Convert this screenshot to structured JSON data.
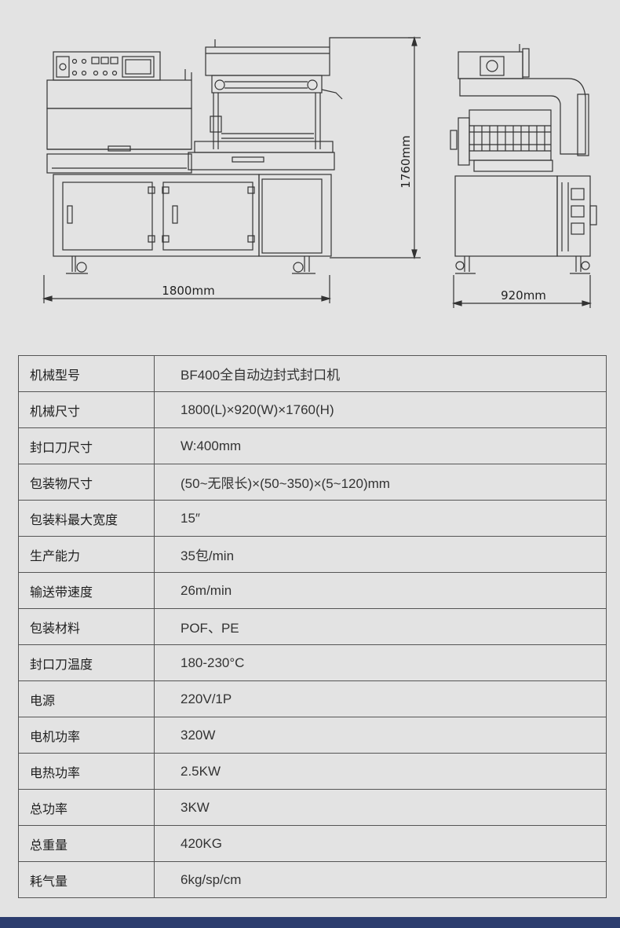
{
  "drawing": {
    "dim_length": "1800mm",
    "dim_width": "920mm",
    "dim_height": "1760mm"
  },
  "specs": [
    {
      "label": "机械型号",
      "value": "BF400全自动边封式封口机"
    },
    {
      "label": "机械尺寸",
      "value": "1800(L)×920(W)×1760(H)"
    },
    {
      "label": "封口刀尺寸",
      "value": "W:400mm"
    },
    {
      "label": "包装物尺寸",
      "value": "(50~无限长)×(50~350)×(5~120)mm"
    },
    {
      "label": "包装料最大宽度",
      "value": "15″"
    },
    {
      "label": "生产能力",
      "value": "35包/min"
    },
    {
      "label": "输送带速度",
      "value": "26m/min"
    },
    {
      "label": "包装材料",
      "value": "POF、PE"
    },
    {
      "label": "封口刀温度",
      "value": "180-230°C"
    },
    {
      "label": "电源",
      "value": "220V/1P"
    },
    {
      "label": "电机功率",
      "value": "320W"
    },
    {
      "label": "电热功率",
      "value": "2.5KW"
    },
    {
      "label": "总功率",
      "value": "3KW"
    },
    {
      "label": "总重量",
      "value": "420KG"
    },
    {
      "label": "耗气量",
      "value": "6kg/sp/cm"
    }
  ],
  "colors": {
    "background": "#e3e3e3",
    "footer": "#2c3d6e",
    "line": "#333333"
  }
}
